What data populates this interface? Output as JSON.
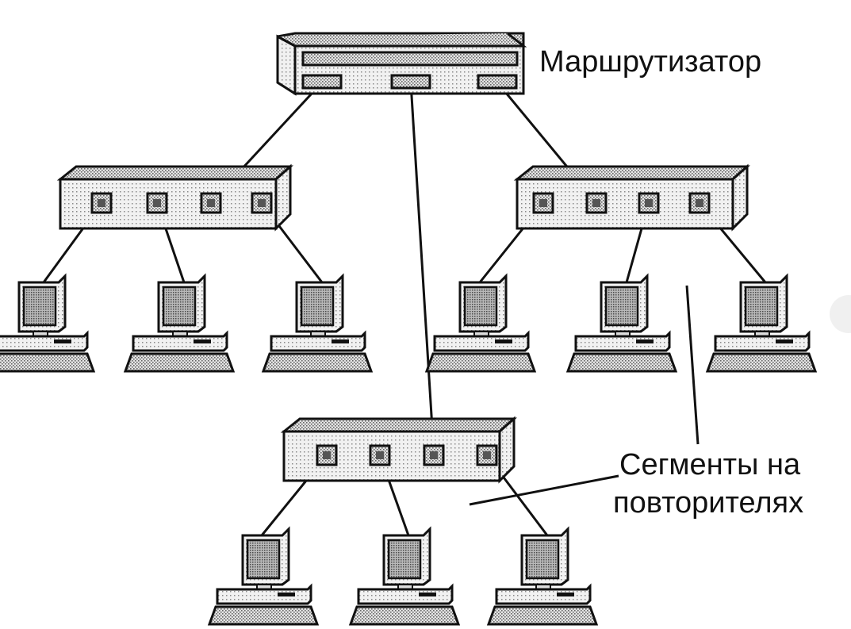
{
  "labels": {
    "router": "Маршрутизатор",
    "segments_line1": "Сегменты на",
    "segments_line2": "повторителях"
  },
  "devices": {
    "router": {
      "type": "router",
      "ports": 3
    },
    "hubs": [
      {
        "id": "hub-left",
        "ports": 4
      },
      {
        "id": "hub-right",
        "ports": 4
      },
      {
        "id": "hub-bottom",
        "ports": 4
      }
    ],
    "computers_per_hub": 3
  },
  "colors": {
    "line": "#111111",
    "device_fill": "#cfcfcf",
    "dither": "#777777",
    "background": "#ffffff"
  }
}
